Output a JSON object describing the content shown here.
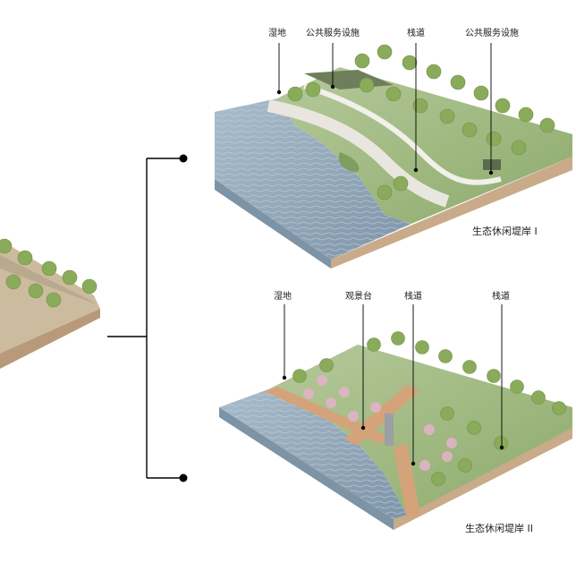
{
  "upper": {
    "labels": [
      {
        "id": "wetland",
        "text": "湿地"
      },
      {
        "id": "facility-1",
        "text": "公共服务设施"
      },
      {
        "id": "trestle",
        "text": "栈道"
      },
      {
        "id": "facility-2",
        "text": "公共服务设施"
      }
    ],
    "caption": "生态休闲堤岸 I"
  },
  "lower": {
    "labels": [
      {
        "id": "wetland",
        "text": "湿地"
      },
      {
        "id": "viewing-deck",
        "text": "观景台"
      },
      {
        "id": "trestle-1",
        "text": "栈道"
      },
      {
        "id": "trestle-2",
        "text": "栈道"
      }
    ],
    "caption": "生态休闲堤岸 II"
  },
  "colors": {
    "water": "#8fa4b6",
    "grass": "#9cb77e",
    "soil": "#c4a585",
    "path": "#e6e2d8",
    "deck": "#d4a37a",
    "tree": "#8aab5a",
    "blossom": "#e2b2c7",
    "bracket": "#000000"
  }
}
